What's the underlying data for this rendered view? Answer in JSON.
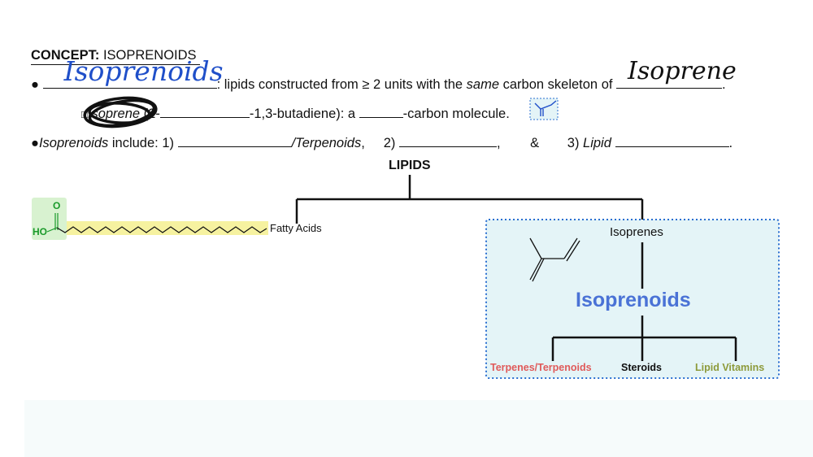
{
  "concept": {
    "label": "CONCEPT:",
    "topic": "ISOPRENOIDS"
  },
  "line1": {
    "bullet": "●",
    "handwritten_blank": "Isoprenoids",
    "text_a": ": lipids constructed from ≥ 2 units with the ",
    "emph": "same",
    "text_b": " carbon skeleton of ",
    "handwritten_answer": "Isoprene",
    "end": "."
  },
  "line2": {
    "checkbox": "□",
    "circled": "Isoprene",
    "text_a": " (2-",
    "text_b": "-1,3-butadiene): a ",
    "text_c": "-carbon molecule."
  },
  "line3": {
    "bullet": "●",
    "emph_start": "Isoprenoids",
    "text_a": " include: 1) ",
    "emph_terp": "/Terpenoids",
    "text_b": ",     2) ",
    "text_c": ",",
    "amp": "&",
    "text_d": "3) ",
    "emph_lipid": "Lipid",
    "end": "."
  },
  "tree": {
    "root": "LIPIDS",
    "left_label": "Fatty Acids",
    "right_label": "Isoprenes",
    "center": "Isoprenoids",
    "leaves": [
      "Terpenes/Terpenoids",
      "Steroids",
      "Lipid Vitamins"
    ]
  },
  "molecule": {
    "o_label": "O",
    "ho_label": "HO"
  },
  "colors": {
    "handwriting_blue": "#1f4fc9",
    "isoprenoids_blue": "#4a72d6",
    "terpenes_red": "#e05a5a",
    "vitamins_olive": "#8d9a3a",
    "box_fill": "#e4f4f7",
    "box_border": "#2a6fd0",
    "highlight_yellow": "#f6f2a0",
    "highlight_green": "#d8f2d0",
    "atom_green": "#1a9a2a"
  }
}
